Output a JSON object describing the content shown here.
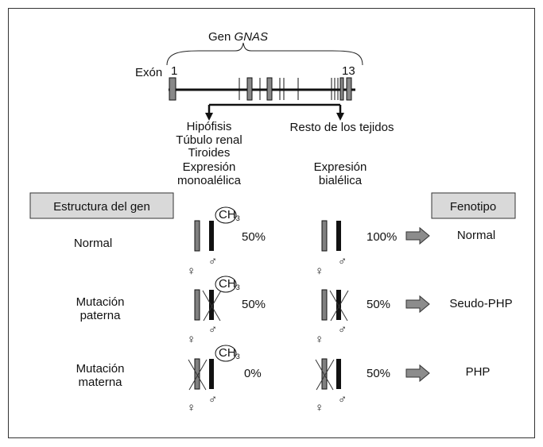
{
  "gene": {
    "title_prefix": "Gen ",
    "title_italic": "GNAS",
    "exon_label": "Exón",
    "exon_first": "1",
    "exon_last": "13"
  },
  "left_branch": {
    "tissues": [
      "Hipófisis",
      "Túbulo renal",
      "Tiroides"
    ],
    "expression": [
      "Expresión",
      "monoalélica"
    ]
  },
  "right_branch": {
    "tissues": [
      "Resto de los tejidos"
    ],
    "expression": [
      "Expresión",
      "bialélica"
    ]
  },
  "headers": {
    "structure": "Estructura del gen",
    "phenotype": "Fenotipo"
  },
  "methyl_label": "CH3",
  "symbols": {
    "female": "♀",
    "male": "♂"
  },
  "rows": [
    {
      "label_lines": [
        "Normal"
      ],
      "mono_pct": "50%",
      "bi_pct": "100%",
      "phenotype": "Normal"
    },
    {
      "label_lines": [
        "Mutación",
        "paterna"
      ],
      "mono_pct": "50%",
      "bi_pct": "50%",
      "phenotype": "Seudo-PHP"
    },
    {
      "label_lines": [
        "Mutación",
        "materna"
      ],
      "mono_pct": "0%",
      "bi_pct": "50%",
      "phenotype": "PHP"
    }
  ],
  "colors": {
    "maternal_allele": "#808080",
    "paternal_allele": "#111111",
    "header_fill": "#d9d9d9",
    "arrow_fill": "#8c8c8c"
  }
}
